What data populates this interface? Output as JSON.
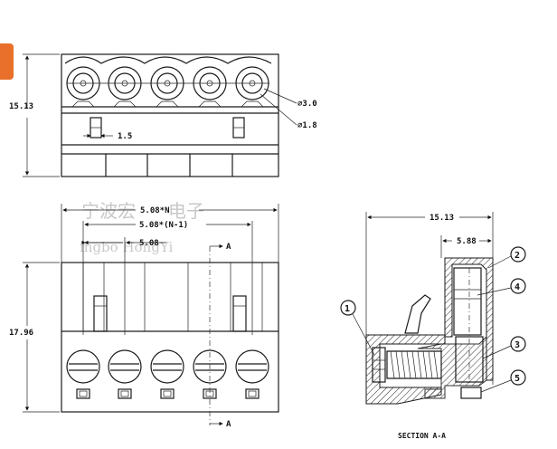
{
  "side_tab": {
    "color": "#e8702a"
  },
  "top_view": {
    "height_dim": "15.13",
    "pitch_small": "1.5",
    "callout_outer": "⌀3.0",
    "callout_inner": "⌀1.8"
  },
  "front_view": {
    "overall_dim": "5.08*N",
    "span_dim": "5.08*(N-1)",
    "pitch_dim": "5.08",
    "height_dim": "17.96",
    "section_mark_top": "A",
    "section_mark_bottom": "A",
    "watermark_cn": "宁波宏",
    "watermark_cn2": "电子",
    "watermark_en": "ingbo  HongYi"
  },
  "section_view": {
    "width_dim": "15.13",
    "inner_dim": "5.88",
    "caption": "SECTION A-A",
    "balloons": [
      "1",
      "2",
      "3",
      "4",
      "5"
    ]
  }
}
